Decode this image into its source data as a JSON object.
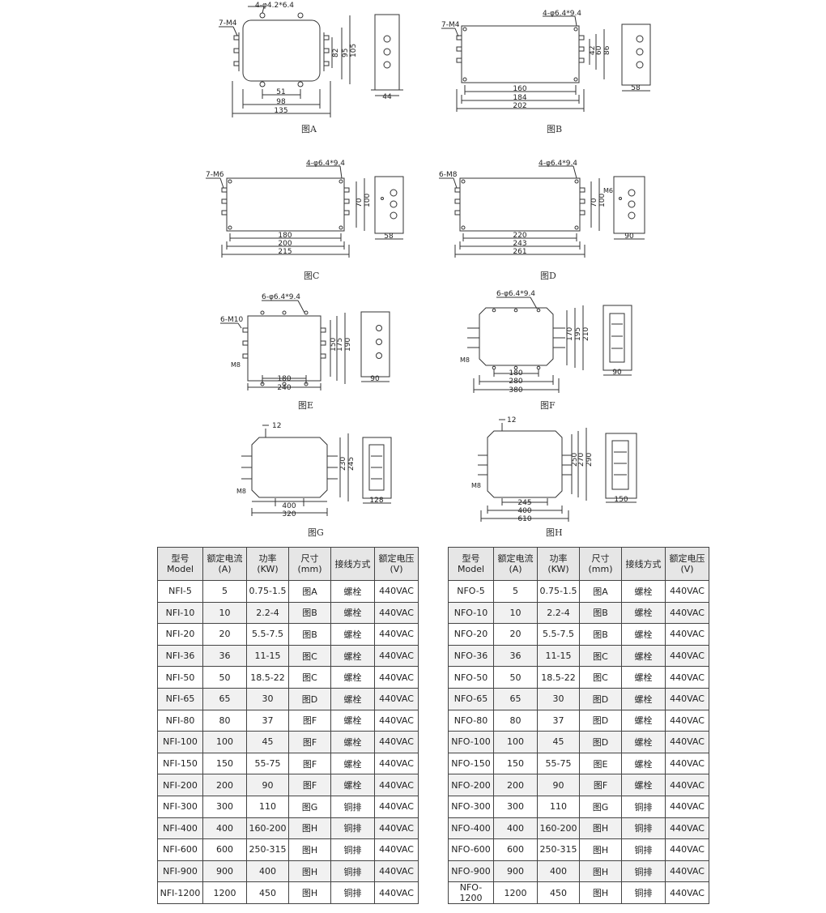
{
  "figures": {
    "A": {
      "caption": "图A",
      "holes": "4-φ4.2*6.4",
      "terminal": "7-M4",
      "w1": "51",
      "w2": "98",
      "w3": "135",
      "h1": "82",
      "h2": "95",
      "h3": "105",
      "side": "44"
    },
    "B": {
      "caption": "图B",
      "holes": "4-φ6.4*9.4",
      "terminal": "7-M4",
      "w1": "160",
      "w2": "184",
      "w3": "202",
      "h1": "42",
      "h2": "60",
      "h3": "86",
      "side": "58"
    },
    "C": {
      "caption": "图C",
      "holes": "4-φ6.4*9.4",
      "terminal": "7-M6",
      "w1": "180",
      "w2": "200",
      "w3": "215",
      "h1": "70",
      "h2": "100",
      "side": "58"
    },
    "D": {
      "caption": "图D",
      "holes": "4-φ6.4*9.4",
      "terminal": "6-M8",
      "ground": "M6",
      "w1": "220",
      "w2": "243",
      "w3": "261",
      "h1": "70",
      "h2": "100",
      "side": "90"
    },
    "E": {
      "caption": "图E",
      "holes": "6-φ6.4*9.4",
      "terminal": "6-M10",
      "ground": "M8",
      "w1": "180",
      "w2": "240",
      "h1": "150",
      "h2": "175",
      "h3": "190",
      "side": "90"
    },
    "F": {
      "caption": "图F",
      "holes": "6-φ6.4*9.4",
      "ground": "M8",
      "w1": "180",
      "w2": "280",
      "w3": "380",
      "h1": "170",
      "h2": "195",
      "h3": "210",
      "side": "90"
    },
    "G": {
      "caption": "图G",
      "top": "12",
      "ground": "M8",
      "w1": "400",
      "w2": "320",
      "h1": "230",
      "h2": "245",
      "side": "128"
    },
    "H": {
      "caption": "图H",
      "top": "12",
      "ground": "M8",
      "w1": "245",
      "w2": "400",
      "w3": "610",
      "h1": "250",
      "h2": "270",
      "h3": "290",
      "side": "150"
    }
  },
  "tables": {
    "headers": [
      {
        "zh": "型号",
        "en": "Model"
      },
      {
        "zh": "额定电流",
        "en": "(A)"
      },
      {
        "zh": "功率",
        "en": "(KW)"
      },
      {
        "zh": "尺寸",
        "en": "(mm)"
      },
      {
        "zh": "接线方式",
        "en": ""
      },
      {
        "zh": "额定电压",
        "en": "(V)"
      }
    ],
    "nfi": [
      [
        "NFI-5",
        "5",
        "0.75-1.5",
        "图A",
        "螺栓",
        "440VAC"
      ],
      [
        "NFI-10",
        "10",
        "2.2-4",
        "图B",
        "螺栓",
        "440VAC"
      ],
      [
        "NFI-20",
        "20",
        "5.5-7.5",
        "图B",
        "螺栓",
        "440VAC"
      ],
      [
        "NFI-36",
        "36",
        "11-15",
        "图C",
        "螺栓",
        "440VAC"
      ],
      [
        "NFI-50",
        "50",
        "18.5-22",
        "图C",
        "螺栓",
        "440VAC"
      ],
      [
        "NFI-65",
        "65",
        "30",
        "图D",
        "螺栓",
        "440VAC"
      ],
      [
        "NFI-80",
        "80",
        "37",
        "图F",
        "螺栓",
        "440VAC"
      ],
      [
        "NFI-100",
        "100",
        "45",
        "图F",
        "螺栓",
        "440VAC"
      ],
      [
        "NFI-150",
        "150",
        "55-75",
        "图F",
        "螺栓",
        "440VAC"
      ],
      [
        "NFI-200",
        "200",
        "90",
        "图F",
        "螺栓",
        "440VAC"
      ],
      [
        "NFI-300",
        "300",
        "110",
        "图G",
        "铜排",
        "440VAC"
      ],
      [
        "NFI-400",
        "400",
        "160-200",
        "图H",
        "铜排",
        "440VAC"
      ],
      [
        "NFI-600",
        "600",
        "250-315",
        "图H",
        "铜排",
        "440VAC"
      ],
      [
        "NFI-900",
        "900",
        "400",
        "图H",
        "铜排",
        "440VAC"
      ],
      [
        "NFI-1200",
        "1200",
        "450",
        "图H",
        "铜排",
        "440VAC"
      ]
    ],
    "nfo": [
      [
        "NFO-5",
        "5",
        "0.75-1.5",
        "图A",
        "螺栓",
        "440VAC"
      ],
      [
        "NFO-10",
        "10",
        "2.2-4",
        "图B",
        "螺栓",
        "440VAC"
      ],
      [
        "NFO-20",
        "20",
        "5.5-7.5",
        "图B",
        "螺栓",
        "440VAC"
      ],
      [
        "NFO-36",
        "36",
        "11-15",
        "图C",
        "螺栓",
        "440VAC"
      ],
      [
        "NFO-50",
        "50",
        "18.5-22",
        "图C",
        "螺栓",
        "440VAC"
      ],
      [
        "NFO-65",
        "65",
        "30",
        "图D",
        "螺栓",
        "440VAC"
      ],
      [
        "NFO-80",
        "80",
        "37",
        "图D",
        "螺栓",
        "440VAC"
      ],
      [
        "NFO-100",
        "100",
        "45",
        "图D",
        "螺栓",
        "440VAC"
      ],
      [
        "NFO-150",
        "150",
        "55-75",
        "图E",
        "螺栓",
        "440VAC"
      ],
      [
        "NFO-200",
        "200",
        "90",
        "图F",
        "螺栓",
        "440VAC"
      ],
      [
        "NFO-300",
        "300",
        "110",
        "图G",
        "铜排",
        "440VAC"
      ],
      [
        "NFO-400",
        "400",
        "160-200",
        "图H",
        "铜排",
        "440VAC"
      ],
      [
        "NFO-600",
        "600",
        "250-315",
        "图H",
        "铜排",
        "440VAC"
      ],
      [
        "NFO-900",
        "900",
        "400",
        "图H",
        "铜排",
        "440VAC"
      ],
      [
        "NFO-1200",
        "1200",
        "450",
        "图H",
        "铜排",
        "440VAC"
      ]
    ]
  }
}
